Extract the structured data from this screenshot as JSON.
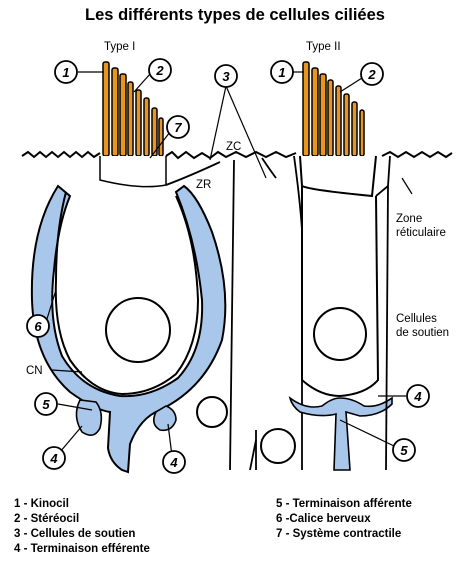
{
  "title": "Les différents types de cellules ciliées",
  "type1_label": "Type I",
  "type2_label": "Type II",
  "zc_label": "ZC",
  "zr_label": "ZR",
  "cn_label": "CN",
  "zone_line1": "Zone",
  "zone_line2": "réticulaire",
  "support_line1": "Cellules",
  "support_line2": "de soutien",
  "callouts": {
    "t1_kinocil": "1",
    "t1_stereocil": "2",
    "t1_contractile": "7",
    "support": "3",
    "t1_calice": "6",
    "t1_afferent": "5",
    "t1_efferent_left": "4",
    "t1_efferent_right": "4",
    "t2_kinocil": "1",
    "t2_stereocil": "2",
    "t2_efferent": "4",
    "t2_afferent": "5"
  },
  "legend_left": [
    "1 - Kinocil",
    "2 - Stéréocil",
    "3 - Cellules de soutien",
    "4 - Terminaison efférente"
  ],
  "legend_right": [
    "5 - Terminaison afférente",
    "6 -Calice berveux",
    "7 - Système contractile"
  ],
  "colors": {
    "cilia": "#e8961e",
    "nerve": "#a9c7ea",
    "line": "#000000"
  }
}
